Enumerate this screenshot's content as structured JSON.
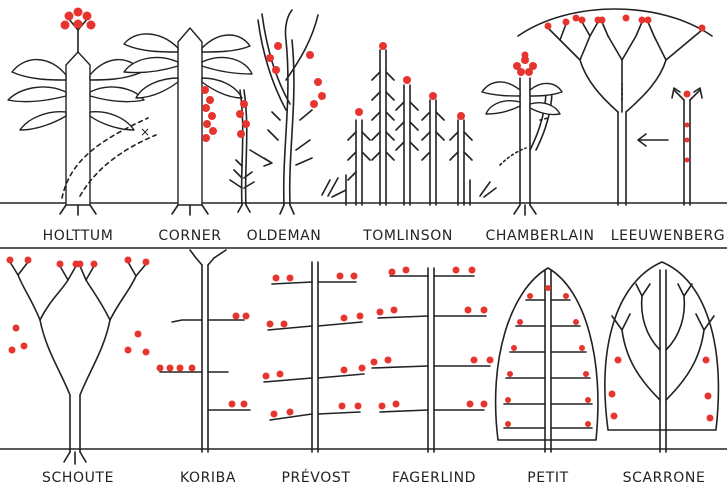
{
  "colors": {
    "ink": "#222222",
    "fruit": "#e6342f",
    "background": "#ffffff"
  },
  "models": {
    "row1": [
      {
        "name": "HOLTTUM"
      },
      {
        "name": "CORNER"
      },
      {
        "name": "OLDEMAN"
      },
      {
        "name": "TOMLINSON"
      },
      {
        "name": "CHAMBERLAIN"
      },
      {
        "name": "LEEUWENBERG"
      }
    ],
    "row2": [
      {
        "name": "SCHOUTE"
      },
      {
        "name": "KORIBA"
      },
      {
        "name": "PRÉVOST"
      },
      {
        "name": "FAGERLIND"
      },
      {
        "name": "PETIT"
      },
      {
        "name": "SCARRONE"
      }
    ]
  }
}
